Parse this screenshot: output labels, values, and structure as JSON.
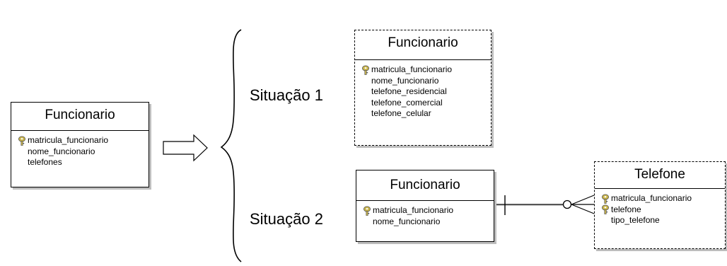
{
  "source_entity": {
    "name": "Funcionario",
    "attributes": [
      {
        "label": "matricula_funcionario",
        "icon": "key-icon"
      },
      {
        "label": "nome_funcionario",
        "icon": ""
      },
      {
        "label": "telefones",
        "icon": ""
      }
    ]
  },
  "situacao1": {
    "label": "Situação 1",
    "entity": {
      "name": "Funcionario",
      "attributes": [
        {
          "label": "matricula_funcionario",
          "icon": "key-icon"
        },
        {
          "label": "nome_funcionario",
          "icon": ""
        },
        {
          "label": "telefone_residencial",
          "icon": ""
        },
        {
          "label": "telefone_comercial",
          "icon": ""
        },
        {
          "label": "telefone_celular",
          "icon": ""
        }
      ]
    }
  },
  "situacao2": {
    "label": "Situação 2",
    "entity_a": {
      "name": "Funcionario",
      "attributes": [
        {
          "label": "matricula_funcionario",
          "icon": "key-icon"
        },
        {
          "label": "nome_funcionario",
          "icon": ""
        }
      ]
    },
    "entity_b": {
      "name": "Telefone",
      "attributes": [
        {
          "label": "matricula_funcionario",
          "icon": "key-icon"
        },
        {
          "label": "telefone",
          "icon": "key-icon"
        },
        {
          "label": "tipo_telefone",
          "icon": ""
        }
      ]
    },
    "relationship": {
      "from_cardinality": "one",
      "to_cardinality": "zero-or-many"
    }
  }
}
